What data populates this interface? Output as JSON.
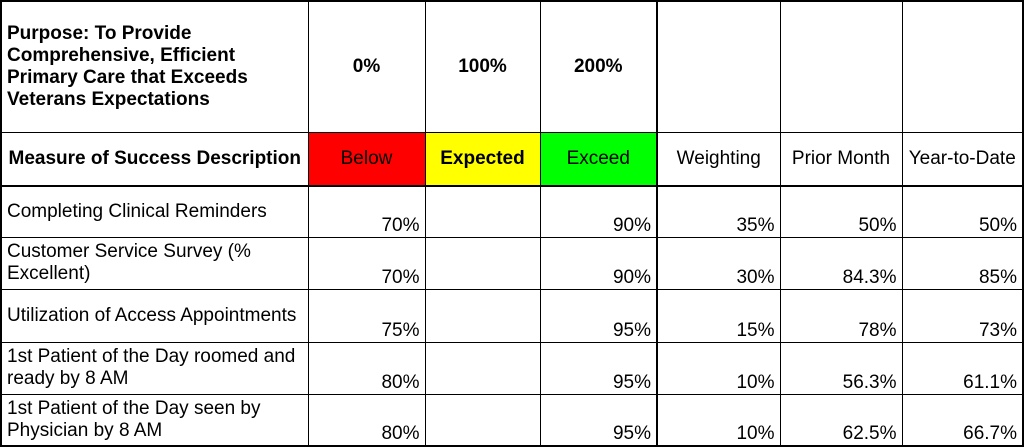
{
  "header": {
    "purpose": "Purpose: To Provide Comprehensive, Efficient Primary Care that Exceeds Veterans Expectations",
    "scale_0": "0%",
    "scale_100": "100%",
    "scale_200": "200%"
  },
  "columns": {
    "measure": "Measure of Success Description",
    "below": "Below",
    "expected": "Expected",
    "exceed": "Exceed",
    "weighting": "Weighting",
    "prior_month": "Prior Month",
    "ytd": "Year-to-Date"
  },
  "colors": {
    "below": "#ff0000",
    "expected": "#ffff00",
    "exceed": "#00ff00"
  },
  "rows": [
    {
      "desc": "Completing Clinical Reminders",
      "below": "70%",
      "expected": "",
      "exceed": "90%",
      "weighting": "35%",
      "prior": "50%",
      "ytd": "50%"
    },
    {
      "desc": "Customer Service Survey (% Excellent)",
      "below": "70%",
      "expected": "",
      "exceed": "90%",
      "weighting": "30%",
      "prior": "84.3%",
      "ytd": "85%"
    },
    {
      "desc": "Utilization of Access Appointments",
      "below": "75%",
      "expected": "",
      "exceed": "95%",
      "weighting": "15%",
      "prior": "78%",
      "ytd": "73%"
    },
    {
      "desc": "1st Patient of the Day roomed and ready by 8 AM",
      "below": "80%",
      "expected": "",
      "exceed": "95%",
      "weighting": "10%",
      "prior": "56.3%",
      "ytd": "61.1%"
    },
    {
      "desc": "1st Patient of the Day seen by Physician by 8 AM",
      "below": "80%",
      "expected": "",
      "exceed": "95%",
      "weighting": "10%",
      "prior": "62.5%",
      "ytd": "66.7%"
    }
  ]
}
